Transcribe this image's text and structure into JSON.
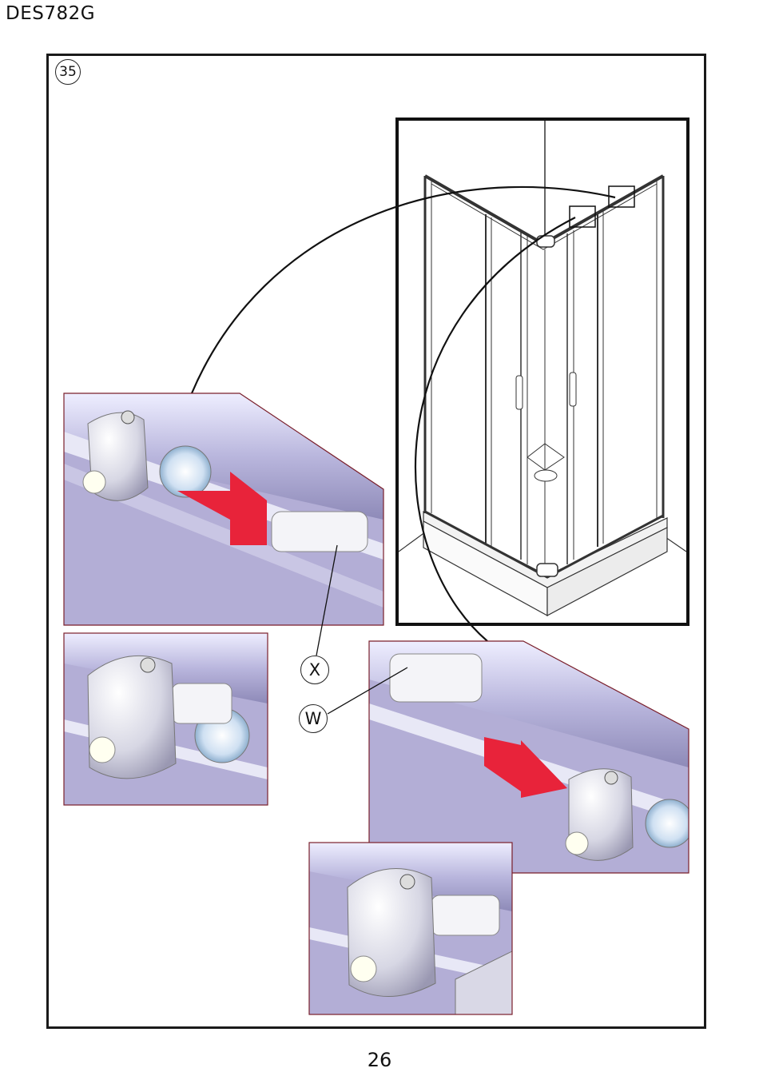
{
  "header": {
    "model_code": "DES782G"
  },
  "step": {
    "number": "35"
  },
  "callouts": {
    "x_label": "X",
    "w_label": "W"
  },
  "footer": {
    "page_number": "26"
  },
  "colors": {
    "arrow": "#e8233a",
    "panel_bg": "#b3aed6",
    "frame": "#1a1a1a"
  }
}
